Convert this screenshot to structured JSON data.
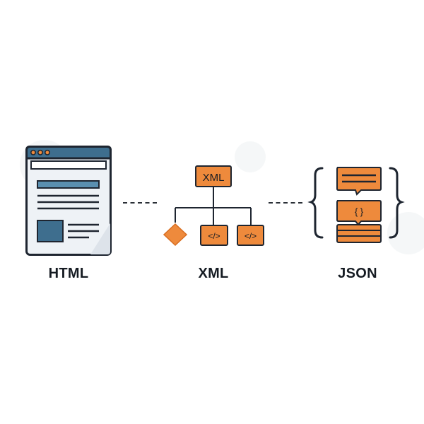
{
  "diagram": {
    "items": [
      {
        "id": "html",
        "label": "HTML",
        "icon": "web-page-icon"
      },
      {
        "id": "xml",
        "label": "XML",
        "icon": "xml-tree-icon"
      },
      {
        "id": "json",
        "label": "JSON",
        "icon": "json-braces-icon"
      }
    ],
    "xml_tree": {
      "root_label": "XML",
      "leaf_code_symbol": "</>"
    },
    "json_block": {
      "center_symbol": "{ }",
      "left_brace": "{",
      "right_brace": "}"
    },
    "colors": {
      "orange": "#EE8A3C",
      "dark_orange": "#D86E22",
      "blue_dark": "#3E6E8E",
      "blue_mid": "#5A8FB0",
      "outline": "#1E2530",
      "paper": "#EEF2F6"
    }
  }
}
